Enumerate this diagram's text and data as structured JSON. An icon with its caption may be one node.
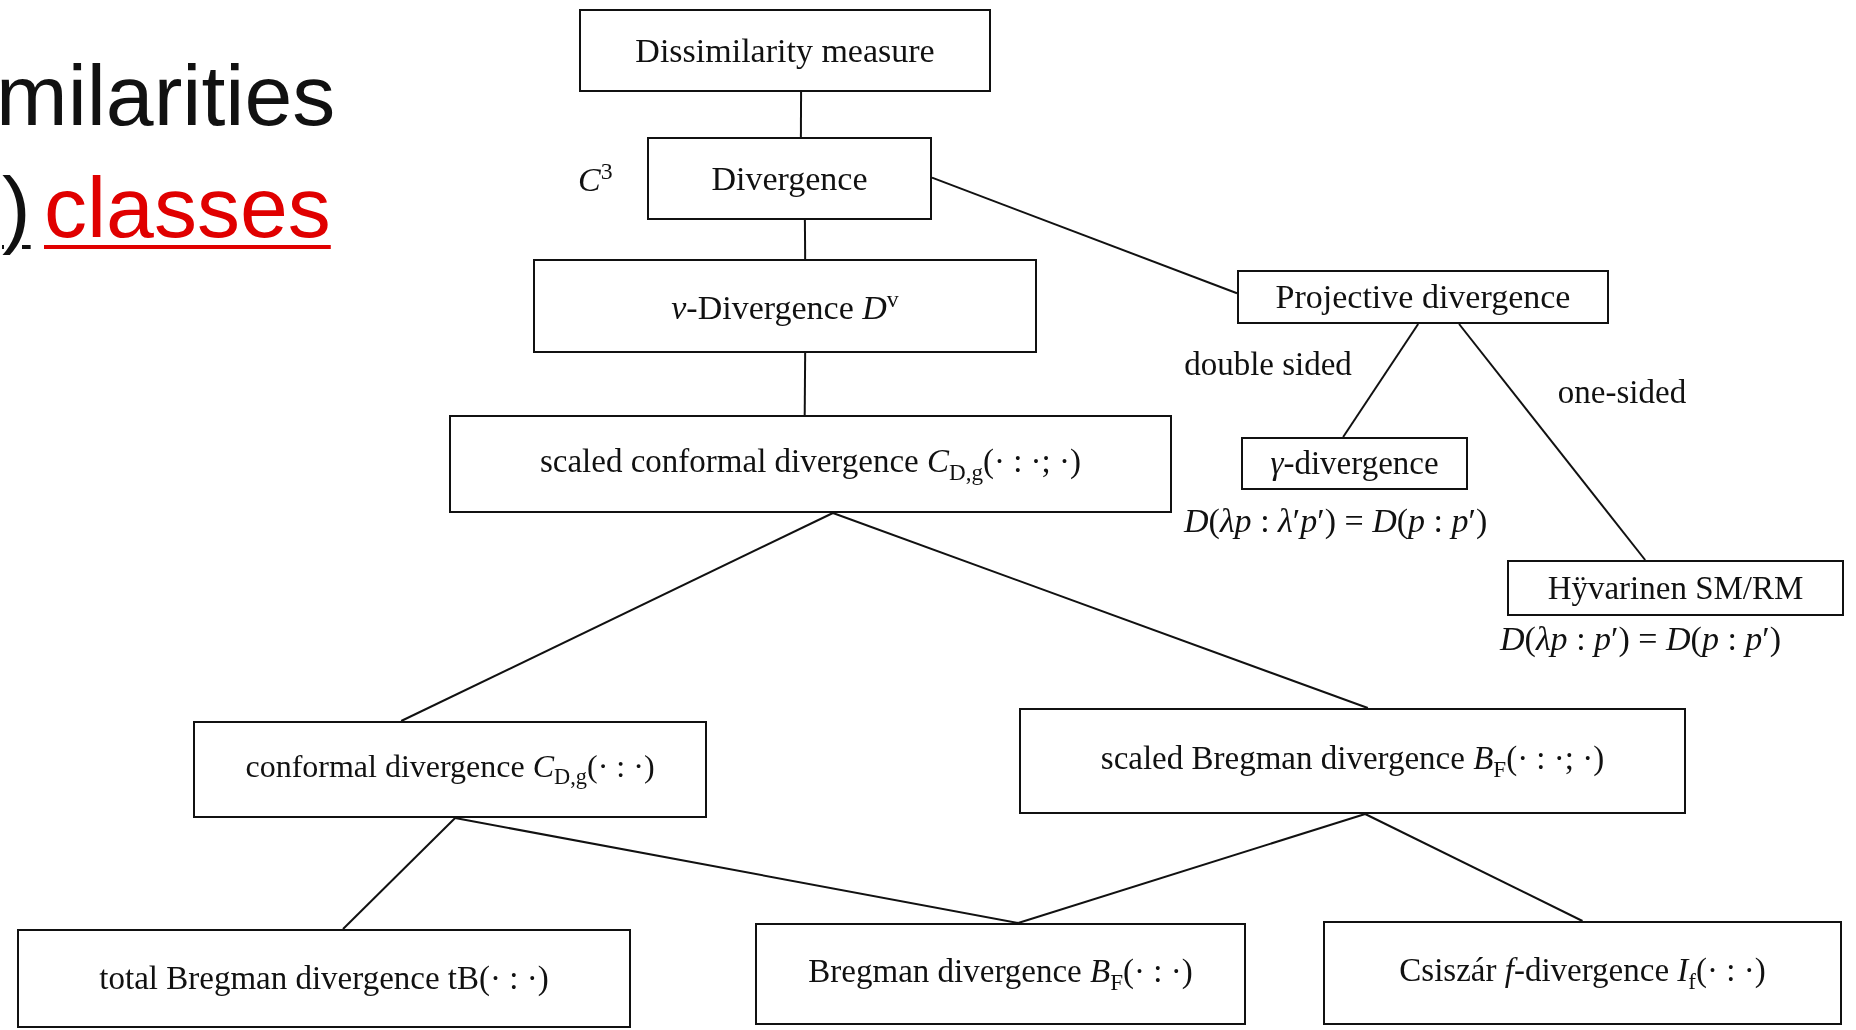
{
  "diagram": {
    "nodes": [
      {
        "text": [
          "Dissimilarity measure"
        ]
      },
      {
        "text": [
          "Divergence"
        ],
        "beside": [
          "*C*$^{3}$"
        ]
      },
      {
        "text": [
          "*v*-Divergence *D*$^{v}$"
        ]
      },
      {
        "text": [
          "Projective divergence"
        ]
      },
      {
        "text": [
          "scaled conformal divergence *C*$_{D,g}$(· : ·; ·)"
        ]
      },
      {
        "text": [
          "*γ*-divergence"
        ],
        "beside": [
          "*D*(*λp* : *λ*′*p*′) = *D*(*p* : *p*′)"
        ]
      },
      {
        "text": [
          "Hÿvarinen SM/RM"
        ],
        "beside": [
          "*D*(*λp* : *p*′) = *D*(*p* : *p*′)"
        ]
      },
      {
        "text": [
          "conformal divergence *C*$_{D,g}$(· : ·)"
        ]
      },
      {
        "text": [
          "scaled Bregman divergence *B*$_{F}$(· : ·; ·)"
        ]
      },
      {
        "text": [
          "total Bregman divergence tB(· : ·)"
        ]
      },
      {
        "text": [
          "Bregman divergence *B*$_{F}$(· : ·)"
        ]
      },
      {
        "text": [
          "Csiszár *f*-divergence *I*$_{f}$(· : ·)"
        ]
      }
    ],
    "edges": [
      {
        "from": 0,
        "to": 1,
        "arrow": "none"
      },
      {
        "from": 1,
        "to": 2,
        "arrow": "none"
      },
      {
        "from": 1,
        "to": 3,
        "arrow": "none"
      },
      {
        "from": 2,
        "to": 4,
        "arrow": "none"
      },
      {
        "from": 3,
        "to": 5,
        "arrow": "none",
        "label": "double sided"
      },
      {
        "from": 3,
        "to": 6,
        "arrow": "none",
        "label": "one-sided"
      },
      {
        "from": 4,
        "to": 7,
        "arrow": "none"
      },
      {
        "from": 4,
        "to": 8,
        "arrow": "none"
      },
      {
        "from": 7,
        "to": 9,
        "arrow": "none"
      },
      {
        "from": 7,
        "to": 10,
        "arrow": "none"
      },
      {
        "from": 8,
        "to": 10,
        "arrow": "none"
      },
      {
        "from": 8,
        "to": 11,
        "arrow": "none"
      }
    ],
    "labels": [
      "milarities",
      ")",
      "classes"
    ]
  }
}
